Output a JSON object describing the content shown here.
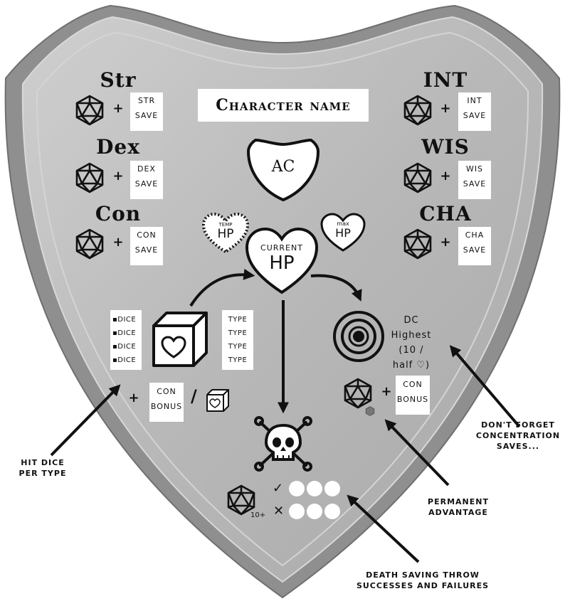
{
  "character_name": "Character name",
  "stats_left": [
    {
      "name": "Str",
      "save_top": "STR",
      "save_bottom": "SAVE"
    },
    {
      "name": "Dex",
      "save_top": "DEX",
      "save_bottom": "SAVE"
    },
    {
      "name": "Con",
      "save_top": "CON",
      "save_bottom": "SAVE"
    }
  ],
  "stats_right": [
    {
      "name": "INT",
      "save_top": "INT",
      "save_bottom": "SAVE"
    },
    {
      "name": "WIS",
      "save_top": "WIS",
      "save_bottom": "SAVE"
    },
    {
      "name": "CHA",
      "save_top": "CHA",
      "save_bottom": "SAVE"
    }
  ],
  "plus": "+",
  "ac": "AC",
  "temp_hp": {
    "top": "TEMP",
    "bottom": "HP"
  },
  "current_hp": {
    "top": "CURRENT",
    "bottom": "HP"
  },
  "max_hp": {
    "top": "max",
    "bottom": "HP"
  },
  "hit_dice": {
    "dice": [
      "▪DICE",
      "▪DICE",
      "▪DICE",
      "▪DICE"
    ],
    "types": [
      "TYPE",
      "TYPE",
      "TYPE",
      "TYPE"
    ],
    "con_bonus_top": "CON",
    "con_bonus_bottom": "BONUS",
    "slash": "/"
  },
  "dc": {
    "line1": "DC",
    "line2": "Highest",
    "line3": "(10 /",
    "line4": "half ♡)",
    "con_bonus_top": "CON",
    "con_bonus_bottom": "BONUS"
  },
  "death_saves": {
    "success_mark": "✓",
    "failure_mark": "✕",
    "dc_label": "10+"
  },
  "annotations": {
    "hit_dice": [
      "Hit dice",
      "per type"
    ],
    "concentration": [
      "Don't forget",
      "concentration",
      "saves..."
    ],
    "advantage": [
      "Permanent",
      "advantage"
    ],
    "death": [
      "Death saving throw",
      "successes and failures"
    ]
  },
  "colors": {
    "shield_fill": "#bdbdbd",
    "shield_rim": "#9a9a9a",
    "ink": "#111111"
  }
}
